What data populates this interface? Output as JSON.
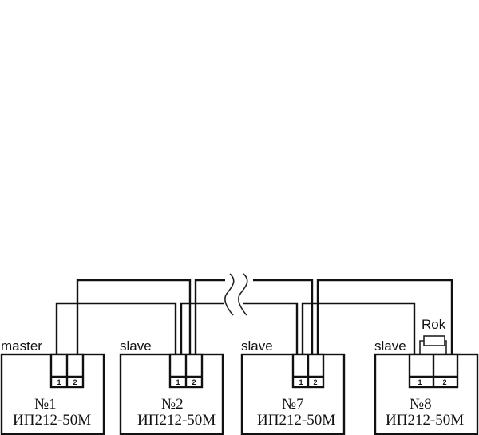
{
  "diagram": {
    "devices": [
      {
        "role": "master",
        "number": "№1",
        "model": "ИП212-50М",
        "terminals": [
          "1",
          "2"
        ]
      },
      {
        "role": "slave",
        "number": "№2",
        "model": "ИП212-50М",
        "terminals": [
          "1",
          "2"
        ]
      },
      {
        "role": "slave",
        "number": "№7",
        "model": "ИП212-50М",
        "terminals": [
          "1",
          "2"
        ]
      },
      {
        "role": "slave",
        "number": "№8",
        "model": "ИП212-50М",
        "terminals": [
          "1",
          "2"
        ]
      }
    ],
    "resistor": {
      "label": "Rok"
    },
    "colors": {
      "line": "#111111",
      "background": "#ffffff"
    }
  }
}
